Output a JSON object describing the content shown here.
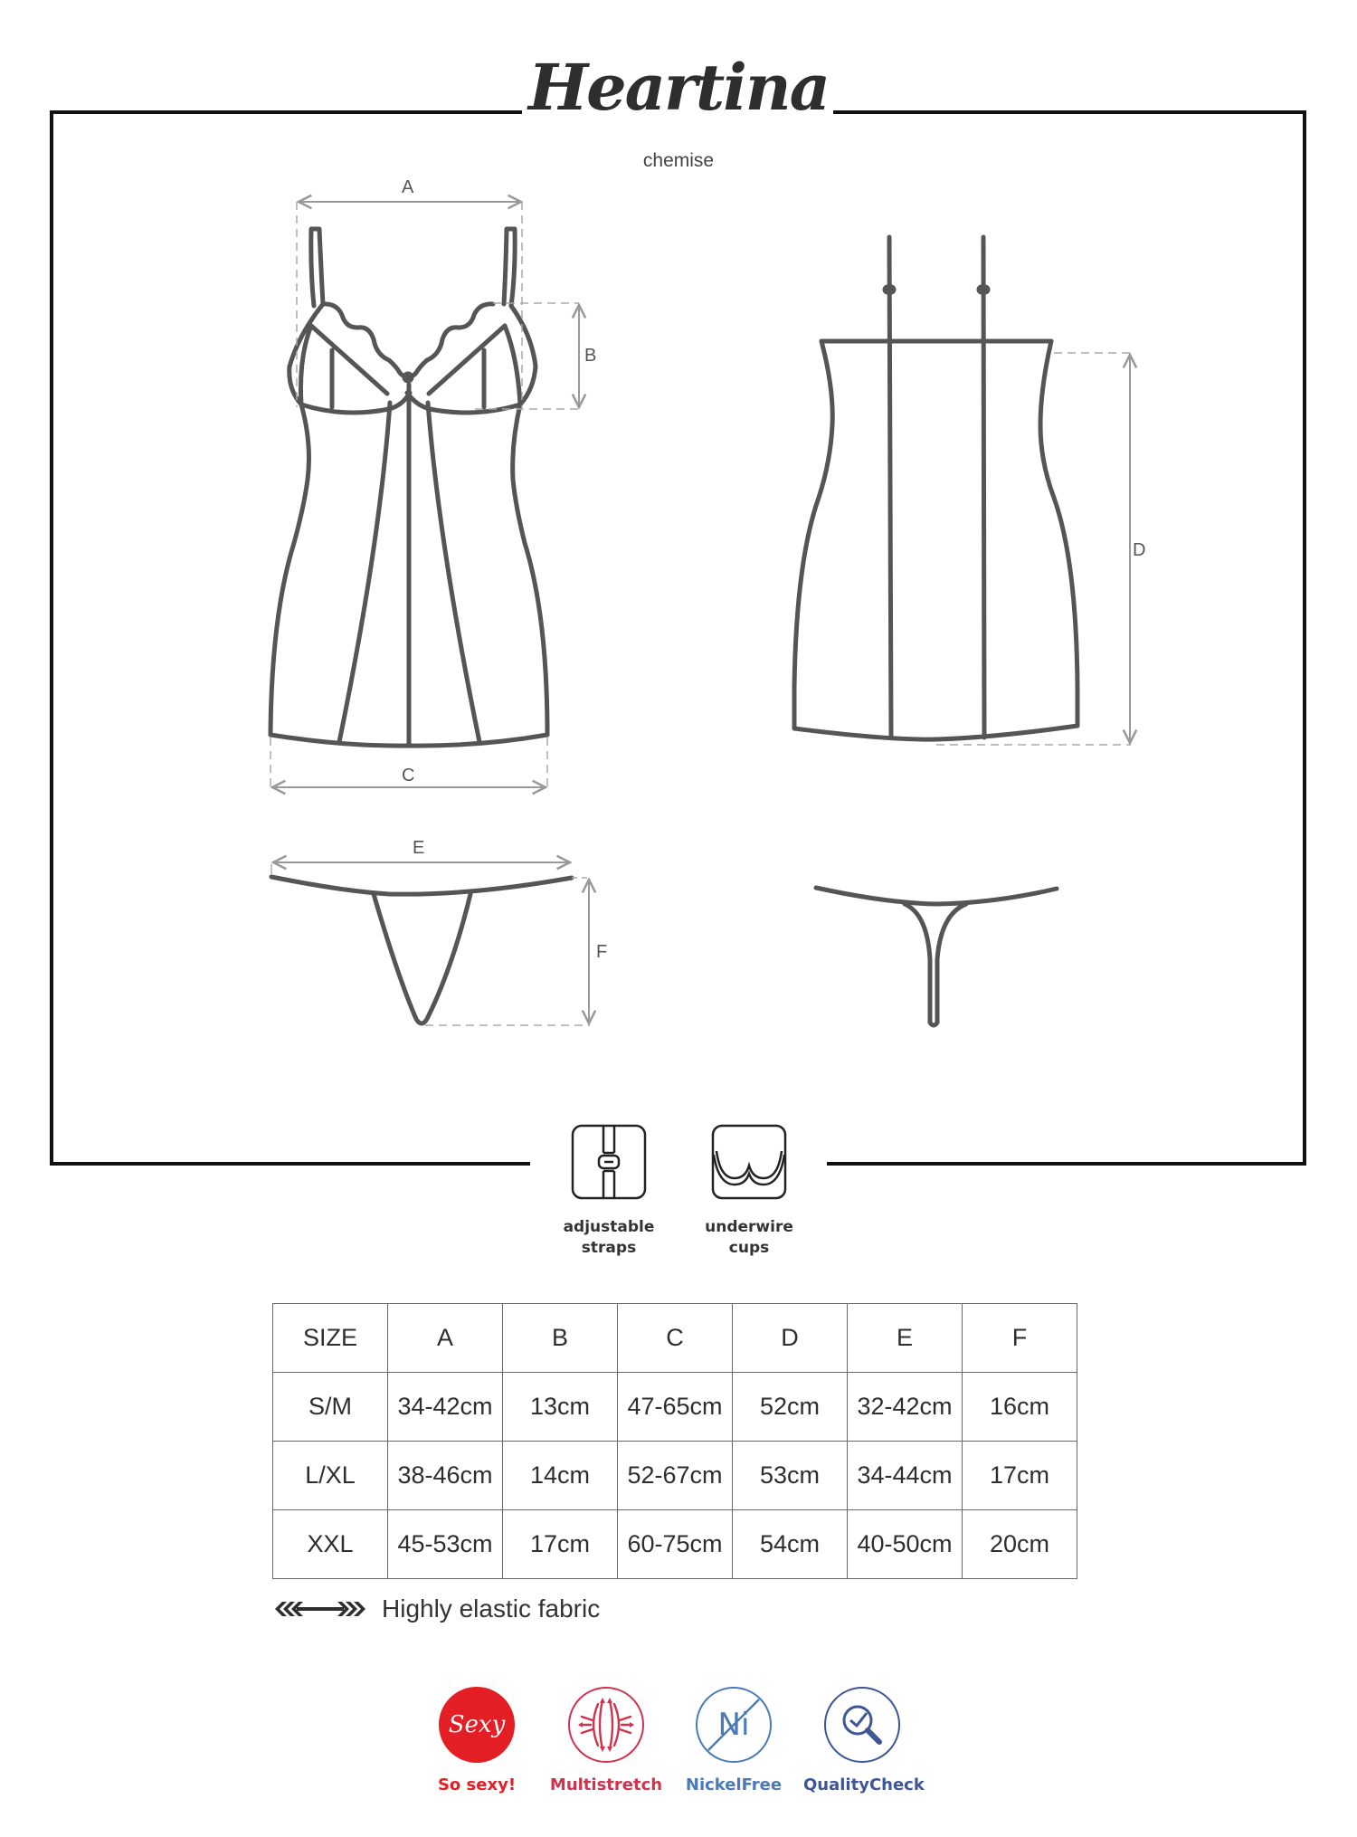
{
  "header": {
    "brand": "Heartina",
    "product_type": "chemise"
  },
  "diagram": {
    "dimension_labels": {
      "A": "A",
      "B": "B",
      "C": "C",
      "D": "D",
      "E": "E",
      "F": "F"
    },
    "views": [
      "chemise-front",
      "chemise-back",
      "thong-front",
      "thong-back"
    ]
  },
  "features": [
    {
      "icon": "adjustable-straps-icon",
      "line1": "adjustable",
      "line2": "straps"
    },
    {
      "icon": "underwire-cups-icon",
      "line1": "underwire",
      "line2": "cups"
    }
  ],
  "size_table": {
    "headers": [
      "SIZE",
      "A",
      "B",
      "C",
      "D",
      "E",
      "F"
    ],
    "rows": [
      [
        "S/M",
        "34-42cm",
        "13cm",
        "47-65cm",
        "52cm",
        "32-42cm",
        "16cm"
      ],
      [
        "L/XL",
        "38-46cm",
        "14cm",
        "52-67cm",
        "53cm",
        "34-44cm",
        "17cm"
      ],
      [
        "XXL",
        "45-53cm",
        "17cm",
        "60-75cm",
        "54cm",
        "40-50cm",
        "20cm"
      ]
    ]
  },
  "fabric_note": {
    "icon": "stretch-arrows-icon",
    "text": "Highly elastic fabric"
  },
  "badges": [
    {
      "icon": "sexy-icon",
      "icon_text": "Sexy",
      "label": "So sexy!",
      "color": "#e31e24"
    },
    {
      "icon": "multistretch-icon",
      "label": "Multistretch",
      "color": "#d0334d"
    },
    {
      "icon": "nickel-free-icon",
      "icon_text": "Ni",
      "label": "NickelFree",
      "color": "#4a7ab8"
    },
    {
      "icon": "quality-check-icon",
      "label": "QualityCheck",
      "color": "#3e5597"
    }
  ],
  "colors": {
    "frame": "#111111",
    "outline": "#555555",
    "dimension": "#999999",
    "text": "#333333"
  }
}
